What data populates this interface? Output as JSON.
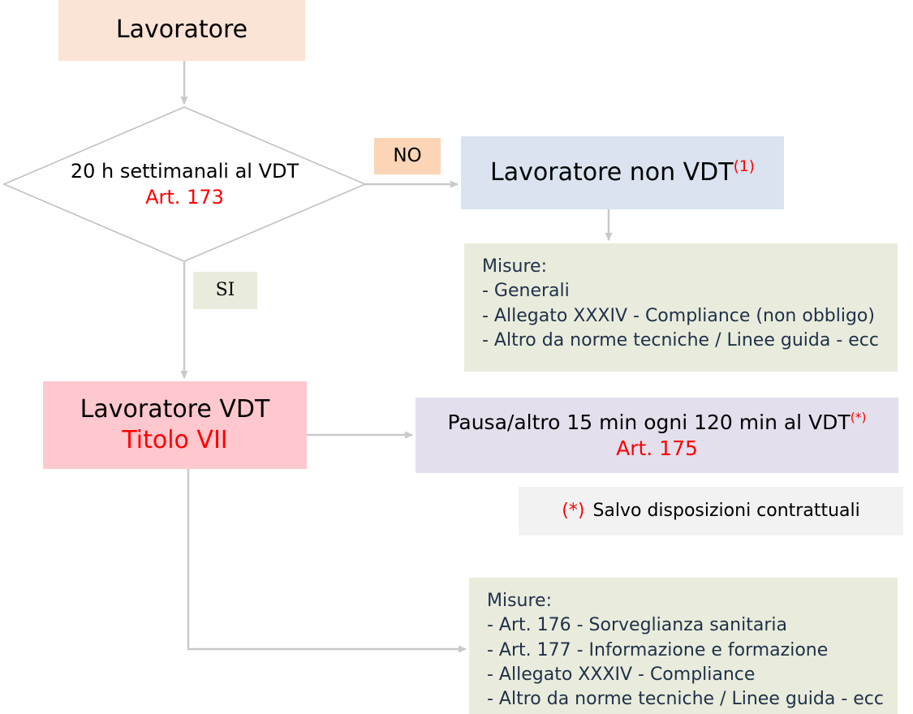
{
  "diagram": {
    "title": "Lavoratore VDT - flusso normativo",
    "colors": {
      "peach": "#fbe4d5",
      "orange": "#fbd5b5",
      "blue": "#dae3ef",
      "pink": "#ffc7ce",
      "purple": "#e4dfec",
      "green": "#e9ecdc",
      "grey": "#f2f2f2",
      "accent_red": "#ff0000",
      "connector": "#c9c9c9",
      "measures_text": "#1f3049"
    }
  },
  "nodes": {
    "start": {
      "label": "Lavoratore"
    },
    "decision": {
      "line1": "20 h settimanali al VDT",
      "line2": "Art. 173"
    },
    "branch_no": {
      "label": "NO"
    },
    "branch_si": {
      "label": "SI"
    },
    "non_vdt": {
      "label": "Lavoratore non VDT",
      "superscript": "(1)"
    },
    "measures_non_vdt": {
      "heading": "Misure:",
      "items": [
        "- Generali",
        "- Allegato XXXIV - Compliance (non obbligo)",
        "- Altro da norme tecniche / Linee guida - ecc"
      ]
    },
    "vdt": {
      "line1": "Lavoratore VDT",
      "line2": "Titolo VII"
    },
    "pausa": {
      "line1": "Pausa/altro 15 min ogni 120 min al VDT",
      "superscript": "(*)",
      "line2": "Art. 175"
    },
    "footnote": {
      "marker": "(*)",
      "text": "Salvo disposizioni contrattuali"
    },
    "measures_vdt": {
      "heading": "Misure:",
      "items": [
        "- Art. 176 - Sorveglianza sanitaria",
        "- Art. 177 - Informazione e formazione",
        "- Allegato XXXIV - Compliance",
        "- Altro da norme tecniche / Linee guida - ecc"
      ]
    }
  }
}
